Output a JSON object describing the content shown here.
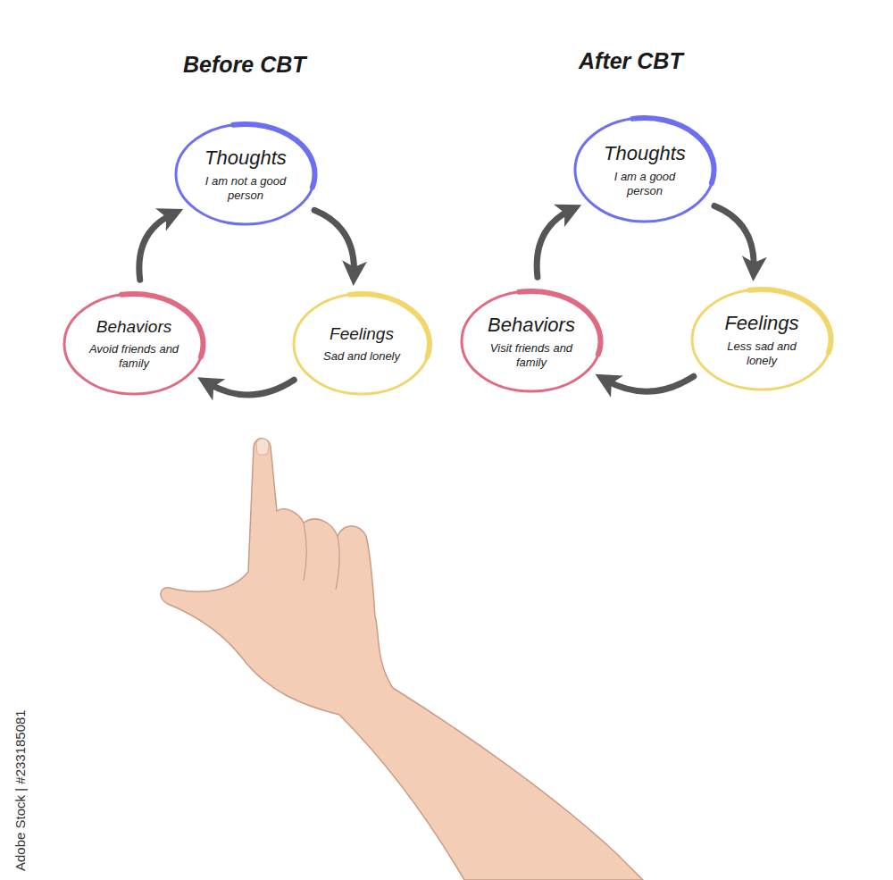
{
  "diagram": {
    "nodes": [
      {
        "text": [
          "Thoughts",
          "I am not a good person"
        ]
      },
      {
        "text": [
          "Feelings",
          "Sad and lonely"
        ]
      },
      {
        "text": [
          "Behaviors",
          "Avoid friends and family"
        ]
      },
      {
        "text": [
          "Thoughts",
          "I am a good person"
        ]
      },
      {
        "text": [
          "Feelings",
          "Less sad and lonely"
        ]
      },
      {
        "text": [
          "Behaviors",
          "Visit friends and family"
        ]
      }
    ],
    "edges": [
      {
        "from": 0,
        "to": 1,
        "arrow": "to"
      },
      {
        "from": 1,
        "to": 2,
        "arrow": "to"
      },
      {
        "from": 2,
        "to": 0,
        "arrow": "to"
      },
      {
        "from": 3,
        "to": 4,
        "arrow": "to"
      },
      {
        "from": 4,
        "to": 5,
        "arrow": "to"
      },
      {
        "from": 5,
        "to": 3,
        "arrow": "to"
      }
    ],
    "labels": [
      "Before CBT",
      "After CBT",
      "Adobe Stock | #233185081"
    ]
  }
}
